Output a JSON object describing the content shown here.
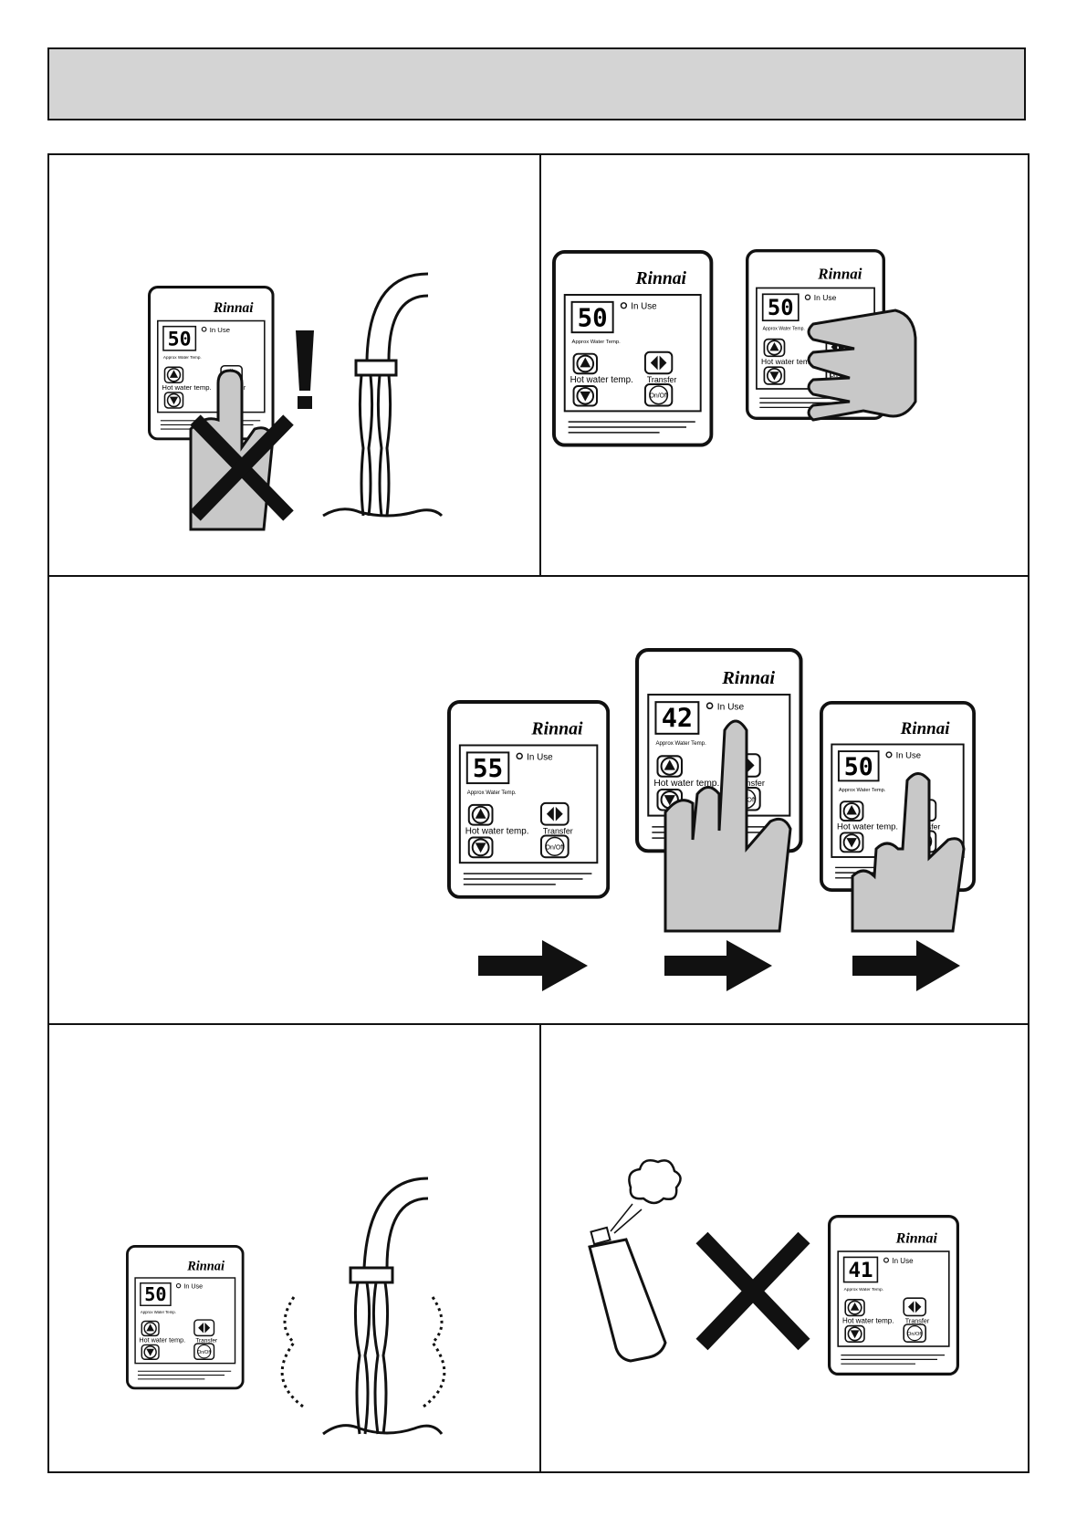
{
  "header": {
    "title": ""
  },
  "remote": {
    "brand": "Rinnai",
    "in_use_label": "In Use",
    "temp_caption": "Approx Water Temp.",
    "hot_water_label": "Hot water temp.",
    "transfer_label": "Transfer",
    "onoff_label": "On/Off"
  },
  "panels": [
    {
      "id": "panel-1",
      "temperatures": [
        "50"
      ]
    },
    {
      "id": "panel-2",
      "temperatures": [
        "50",
        "50"
      ]
    },
    {
      "id": "panel-3",
      "temperatures": [
        "55",
        "42",
        "50"
      ]
    },
    {
      "id": "panel-4",
      "temperatures": [
        "50"
      ]
    },
    {
      "id": "panel-5",
      "temperatures": [
        "41"
      ]
    }
  ],
  "icons": [
    "remote-controller-icon",
    "hand-icon",
    "cross-icon",
    "exclamation-icon",
    "hot-water-tap-icon",
    "arrow-right-icon",
    "spray-can-icon"
  ],
  "colors": {
    "line": "#111111",
    "hand_fill": "#c8c8c8",
    "header_fill": "#d4d4d4"
  }
}
